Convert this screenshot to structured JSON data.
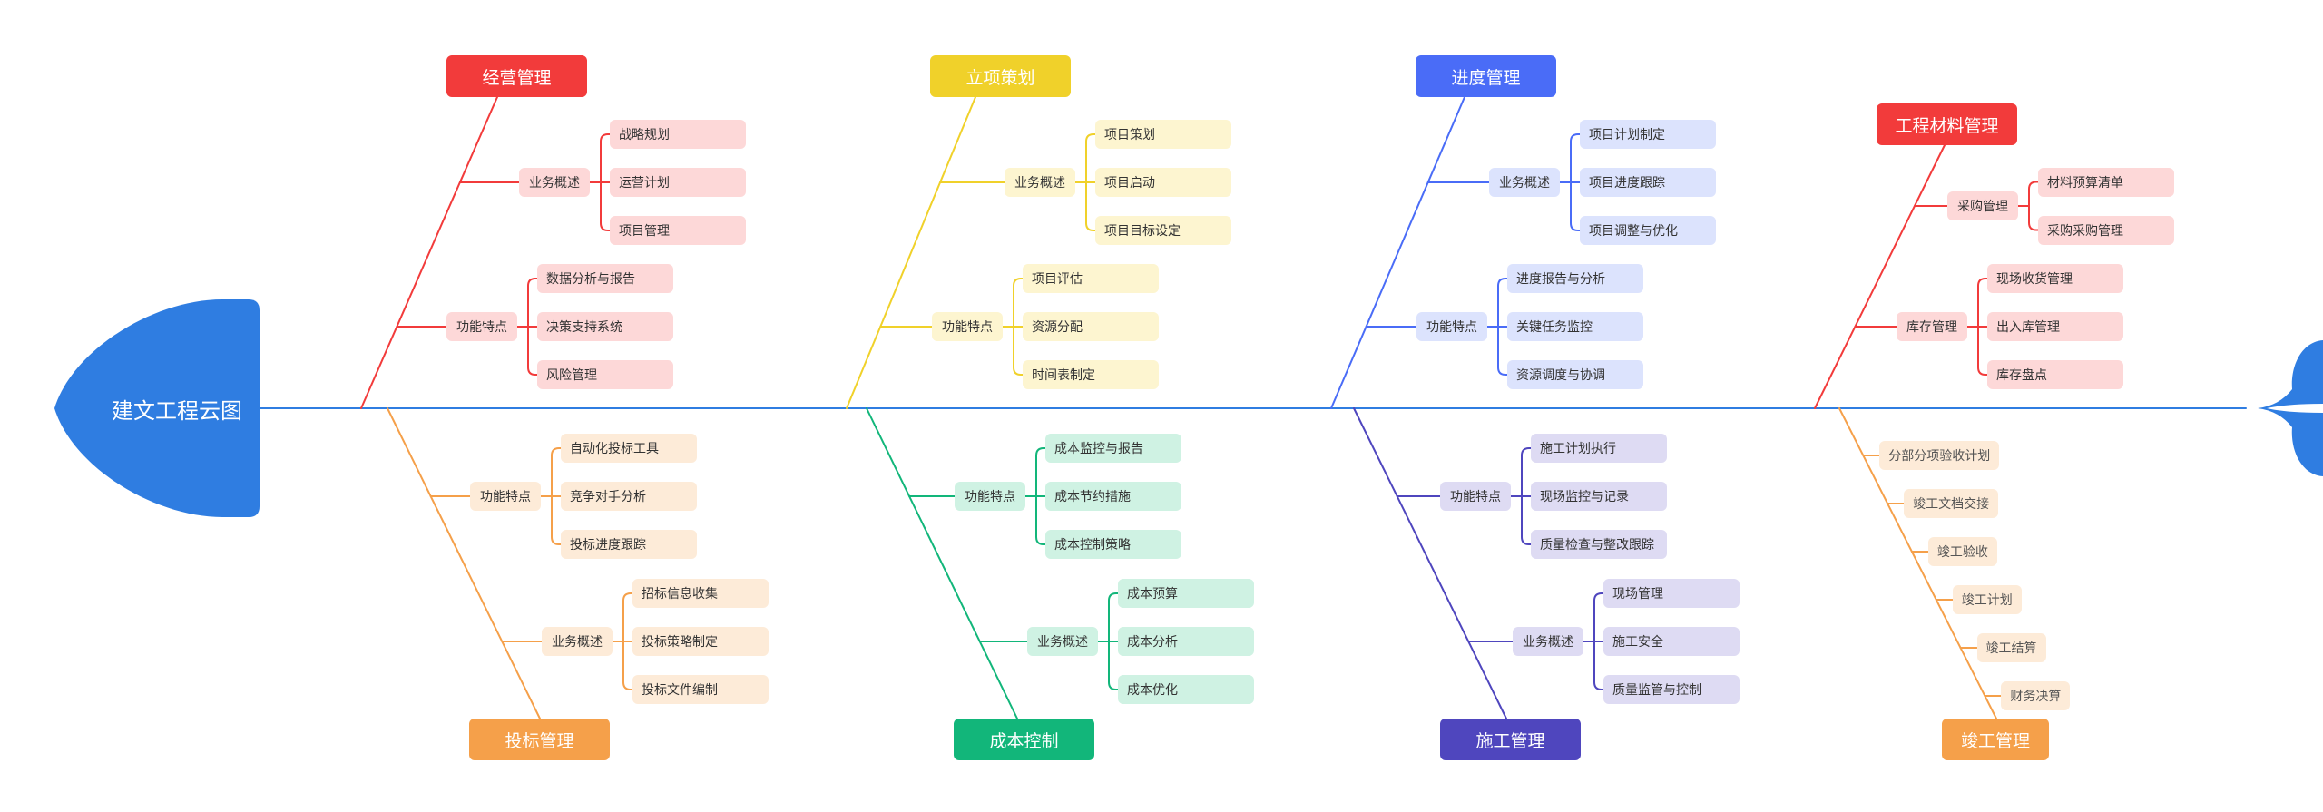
{
  "root": {
    "label": "建文工程云图",
    "color": "#2F7DE1"
  },
  "spine_color": "#2F7DE1",
  "branches": [
    {
      "id": "jygl",
      "label": "经营管理",
      "side": "top",
      "color": "#F23B3B",
      "light": "#FDD8D8",
      "groups": [
        {
          "label": "业务概述",
          "items": [
            "战略规划",
            "运营计划",
            "项目管理"
          ]
        },
        {
          "label": "功能特点",
          "items": [
            "数据分析与报告",
            "决策支持系统",
            "风险管理"
          ]
        }
      ]
    },
    {
      "id": "lxch",
      "label": "立项策划",
      "side": "top",
      "color": "#F0D12A",
      "light": "#FDF5D0",
      "groups": [
        {
          "label": "业务概述",
          "items": [
            "项目策划",
            "项目启动",
            "项目目标设定"
          ]
        },
        {
          "label": "功能特点",
          "items": [
            "项目评估",
            "资源分配",
            "时间表制定"
          ]
        }
      ]
    },
    {
      "id": "jdgl",
      "label": "进度管理",
      "side": "top",
      "color": "#4A6CF7",
      "light": "#DCE3FD",
      "groups": [
        {
          "label": "业务概述",
          "items": [
            "项目计划制定",
            "项目进度跟踪",
            "项目调整与优化"
          ]
        },
        {
          "label": "功能特点",
          "items": [
            "进度报告与分析",
            "关键任务监控",
            "资源调度与协调"
          ]
        }
      ]
    },
    {
      "id": "gcclgl",
      "label": "工程材料管理",
      "side": "top",
      "color": "#F23B3B",
      "light": "#FDD8D8",
      "groups": [
        {
          "label": "采购管理",
          "items": [
            "材料预算清单",
            "采购采购管理"
          ]
        },
        {
          "label": "库存管理",
          "items": [
            "现场收货管理",
            "出入库管理",
            "库存盘点"
          ]
        }
      ]
    },
    {
      "id": "tbgl",
      "label": "投标管理",
      "side": "bottom",
      "color": "#F5A04A",
      "light": "#FDEBD8",
      "groups": [
        {
          "label": "功能特点",
          "items": [
            "自动化投标工具",
            "竞争对手分析",
            "投标进度跟踪"
          ]
        },
        {
          "label": "业务概述",
          "items": [
            "招标信息收集",
            "投标策略制定",
            "投标文件编制"
          ]
        }
      ]
    },
    {
      "id": "cbkz",
      "label": "成本控制",
      "side": "bottom",
      "color": "#12B67A",
      "light": "#CFF2E3",
      "groups": [
        {
          "label": "功能特点",
          "items": [
            "成本监控与报告",
            "成本节约措施",
            "成本控制策略"
          ]
        },
        {
          "label": "业务概述",
          "items": [
            "成本预算",
            "成本分析",
            "成本优化"
          ]
        }
      ]
    },
    {
      "id": "sggl",
      "label": "施工管理",
      "side": "bottom",
      "color": "#4F46BE",
      "light": "#DEDBF3",
      "groups": [
        {
          "label": "功能特点",
          "items": [
            "施工计划执行",
            "现场监控与记录",
            "质量检查与整改跟踪"
          ]
        },
        {
          "label": "业务概述",
          "items": [
            "现场管理",
            "施工安全",
            "质量监管与控制"
          ]
        }
      ]
    },
    {
      "id": "jggl",
      "label": "竣工管理",
      "side": "bottom",
      "color": "#F5A04A",
      "light": "#FDEBD8",
      "items": [
        "分部分项验收计划",
        "竣工文档交接",
        "竣工验收",
        "竣工计划",
        "竣工结算",
        "财务决算"
      ]
    }
  ]
}
